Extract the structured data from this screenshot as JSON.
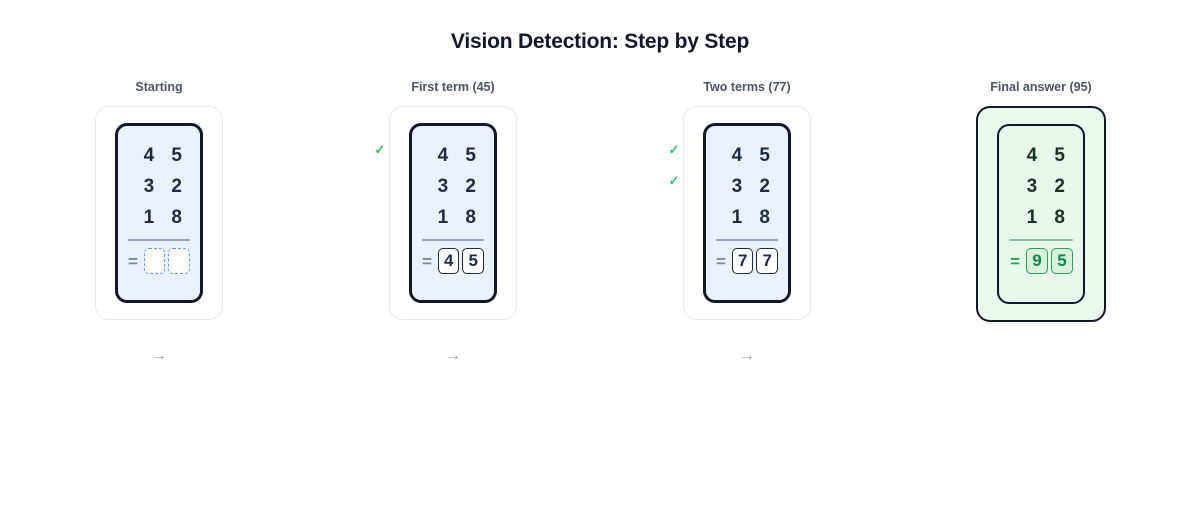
{
  "title": "Vision Detection: Step by Step",
  "problem": {
    "terms": [
      "4 5",
      "3 2",
      "1 8"
    ],
    "equals_symbol": "=",
    "arrow_symbol": "→",
    "check_symbol": "✓"
  },
  "colors": {
    "accent_green": "#2e9e5b",
    "check_green": "#2fbf6b",
    "digit_navy": "#1f2a44",
    "device_blue": "#eaf1fb",
    "device_green": "#e7f7ea",
    "dashed_blue": "#5b9bf0",
    "arrow_gray": "#9aa3b2"
  },
  "steps": [
    {
      "label": "Starting",
      "rows": [
        "4 5",
        "3 2",
        "1 8"
      ],
      "answer": [
        "",
        ""
      ],
      "answer_state": "empty",
      "checks": [
        false,
        false
      ],
      "final": false,
      "arrow": true
    },
    {
      "label": "First term (45)",
      "rows": [
        "4 5",
        "3 2",
        "1 8"
      ],
      "answer": [
        "4",
        "5"
      ],
      "answer_state": "filled",
      "checks": [
        true,
        false
      ],
      "final": false,
      "arrow": true
    },
    {
      "label": "Two terms (77)",
      "rows": [
        "4 5",
        "3 2",
        "1 8"
      ],
      "answer": [
        "7",
        "7"
      ],
      "answer_state": "filled",
      "checks": [
        true,
        true
      ],
      "final": false,
      "arrow": true
    },
    {
      "label": "Final answer (95)",
      "rows": [
        "4 5",
        "3 2",
        "1 8"
      ],
      "answer": [
        "9",
        "5"
      ],
      "answer_state": "green",
      "checks": [
        false,
        false
      ],
      "final": true,
      "arrow": false
    }
  ]
}
